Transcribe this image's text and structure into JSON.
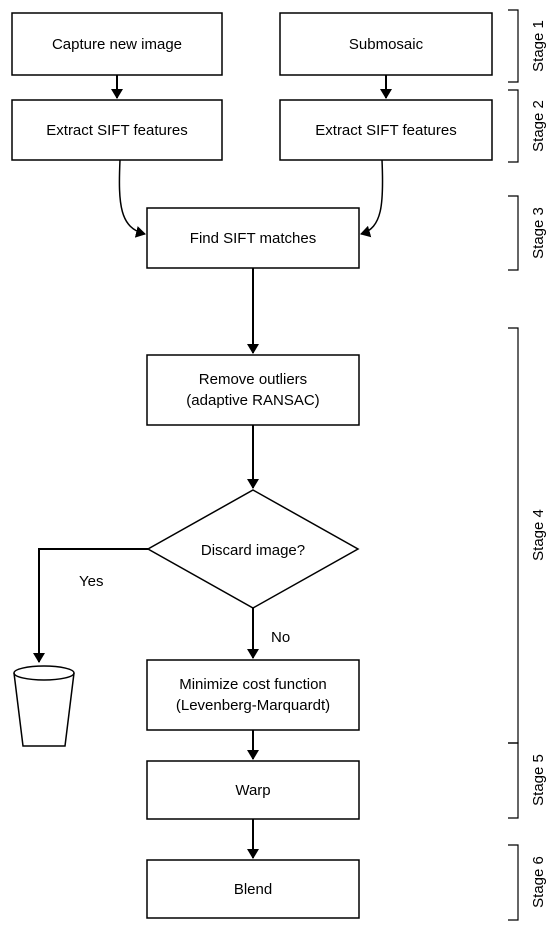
{
  "flow": {
    "capture": "Capture new image",
    "submosaic": "Submosaic",
    "extract_left": "Extract SIFT features",
    "extract_right": "Extract SIFT features",
    "find_matches": "Find SIFT matches",
    "remove_outliers_line1": "Remove outliers",
    "remove_outliers_line2": "(adaptive RANSAC)",
    "discard_question": "Discard image?",
    "yes_label": "Yes",
    "no_label": "No",
    "minimize_line1": "Minimize cost function",
    "minimize_line2": "(Levenberg-Marquardt)",
    "warp": "Warp",
    "blend": "Blend"
  },
  "stages": [
    "Stage 1",
    "Stage 2",
    "Stage 3",
    "Stage 4",
    "Stage 5",
    "Stage 6"
  ],
  "icons": {
    "discard": "trash-bin-icon"
  },
  "colors": {
    "stroke": "#000000",
    "fill": "#ffffff"
  }
}
